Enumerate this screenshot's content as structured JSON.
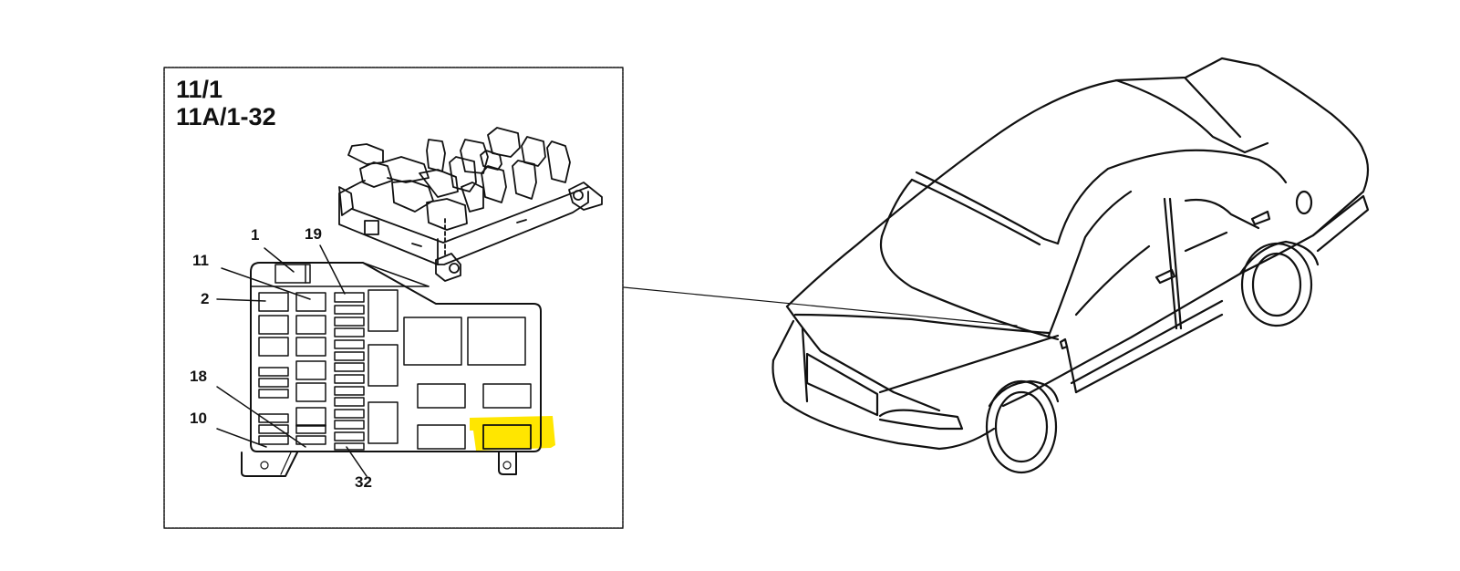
{
  "diagram": {
    "panel": {
      "title_line1": "11/1",
      "title_line2": "11A/1-32"
    },
    "callouts": [
      {
        "id": "c1",
        "text": "1"
      },
      {
        "id": "c19",
        "text": "19"
      },
      {
        "id": "c11",
        "text": "11"
      },
      {
        "id": "c2",
        "text": "2"
      },
      {
        "id": "c18",
        "text": "18"
      },
      {
        "id": "c10",
        "text": "10"
      },
      {
        "id": "c32",
        "text": "32"
      }
    ],
    "highlight": {
      "color": "#FFE600",
      "target": "bottom-right-relay"
    },
    "line_color": "#111111",
    "background": "#FFFFFF"
  }
}
